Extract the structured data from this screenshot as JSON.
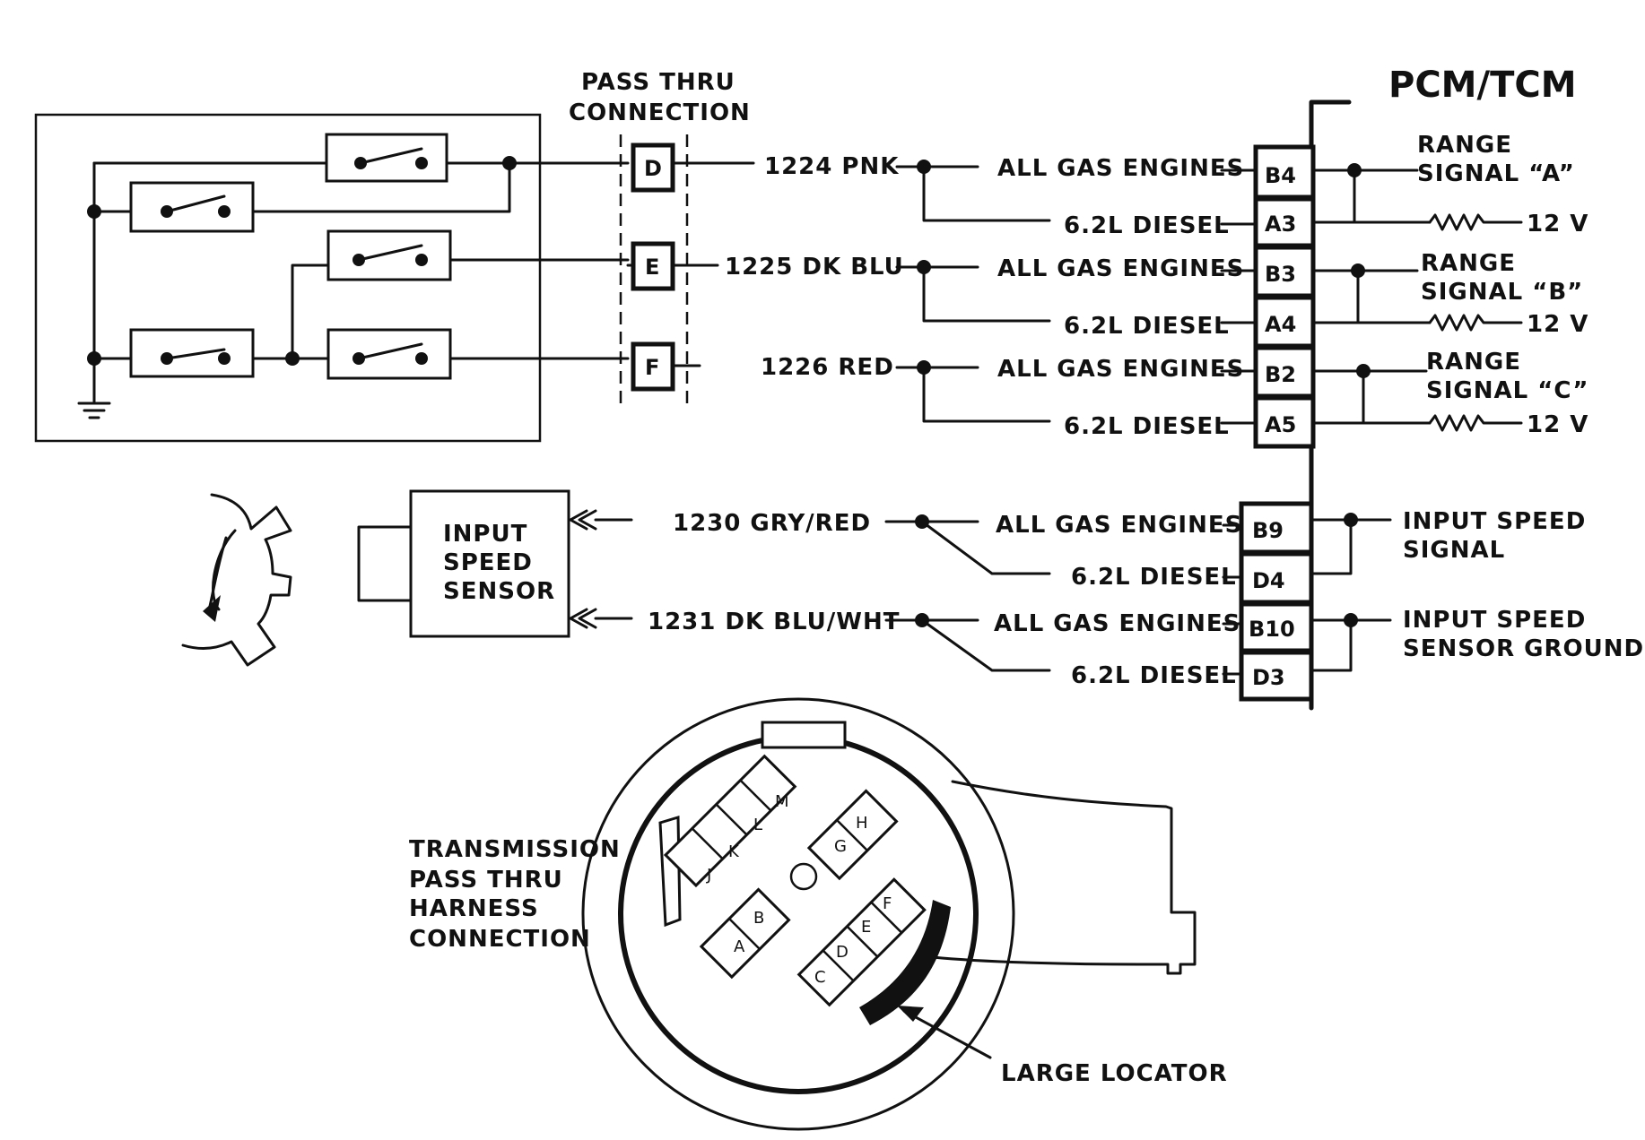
{
  "header": {
    "module_title": "PCM/TCM",
    "pass_thru_line1": "PASS THRU",
    "pass_thru_line2": "CONNECTION"
  },
  "pass_thru_pins": [
    "D",
    "E",
    "F"
  ],
  "range_circuits": [
    {
      "wire": "1224 PNK",
      "gas_label": "ALL GAS ENGINES",
      "diesel_label": "6.2L DIESEL",
      "gas_pin": "B4",
      "diesel_pin": "A3",
      "signal_line1": "RANGE",
      "signal_line2": "SIGNAL “A”",
      "voltage": "12 V"
    },
    {
      "wire": "1225 DK BLU",
      "gas_label": "ALL GAS ENGINES",
      "diesel_label": "6.2L DIESEL",
      "gas_pin": "B3",
      "diesel_pin": "A4",
      "signal_line1": "RANGE",
      "signal_line2": "SIGNAL “B”",
      "voltage": "12 V"
    },
    {
      "wire": "1226 RED",
      "gas_label": "ALL GAS ENGINES",
      "diesel_label": "6.2L DIESEL",
      "gas_pin": "B2",
      "diesel_pin": "A5",
      "signal_line1": "RANGE",
      "signal_line2": "SIGNAL “C”",
      "voltage": "12 V"
    }
  ],
  "speed_sensor": {
    "line1": "INPUT",
    "line2": "SPEED",
    "line3": "SENSOR"
  },
  "speed_circuits": [
    {
      "wire": "1230 GRY/RED",
      "gas_label": "ALL GAS ENGINES",
      "diesel_label": "6.2L DIESEL",
      "gas_pin": "B9",
      "diesel_pin": "D4",
      "signal_line1": "INPUT SPEED",
      "signal_line2": "SIGNAL"
    },
    {
      "wire": "1231 DK BLU/WHT",
      "gas_label": "ALL GAS ENGINES",
      "diesel_label": "6.2L DIESEL",
      "gas_pin": "B10",
      "diesel_pin": "D3",
      "signal_line1": "INPUT SPEED",
      "signal_line2": "SENSOR GROUND"
    }
  ],
  "connector": {
    "caption_line1": "TRANSMISSION",
    "caption_line2": "PASS THRU",
    "caption_line3": "HARNESS",
    "caption_line4": "CONNECTION",
    "locator_label": "LARGE LOCATOR",
    "cavities": [
      "A",
      "B",
      "C",
      "D",
      "E",
      "F",
      "G",
      "H",
      "J",
      "K",
      "L",
      "M"
    ]
  }
}
